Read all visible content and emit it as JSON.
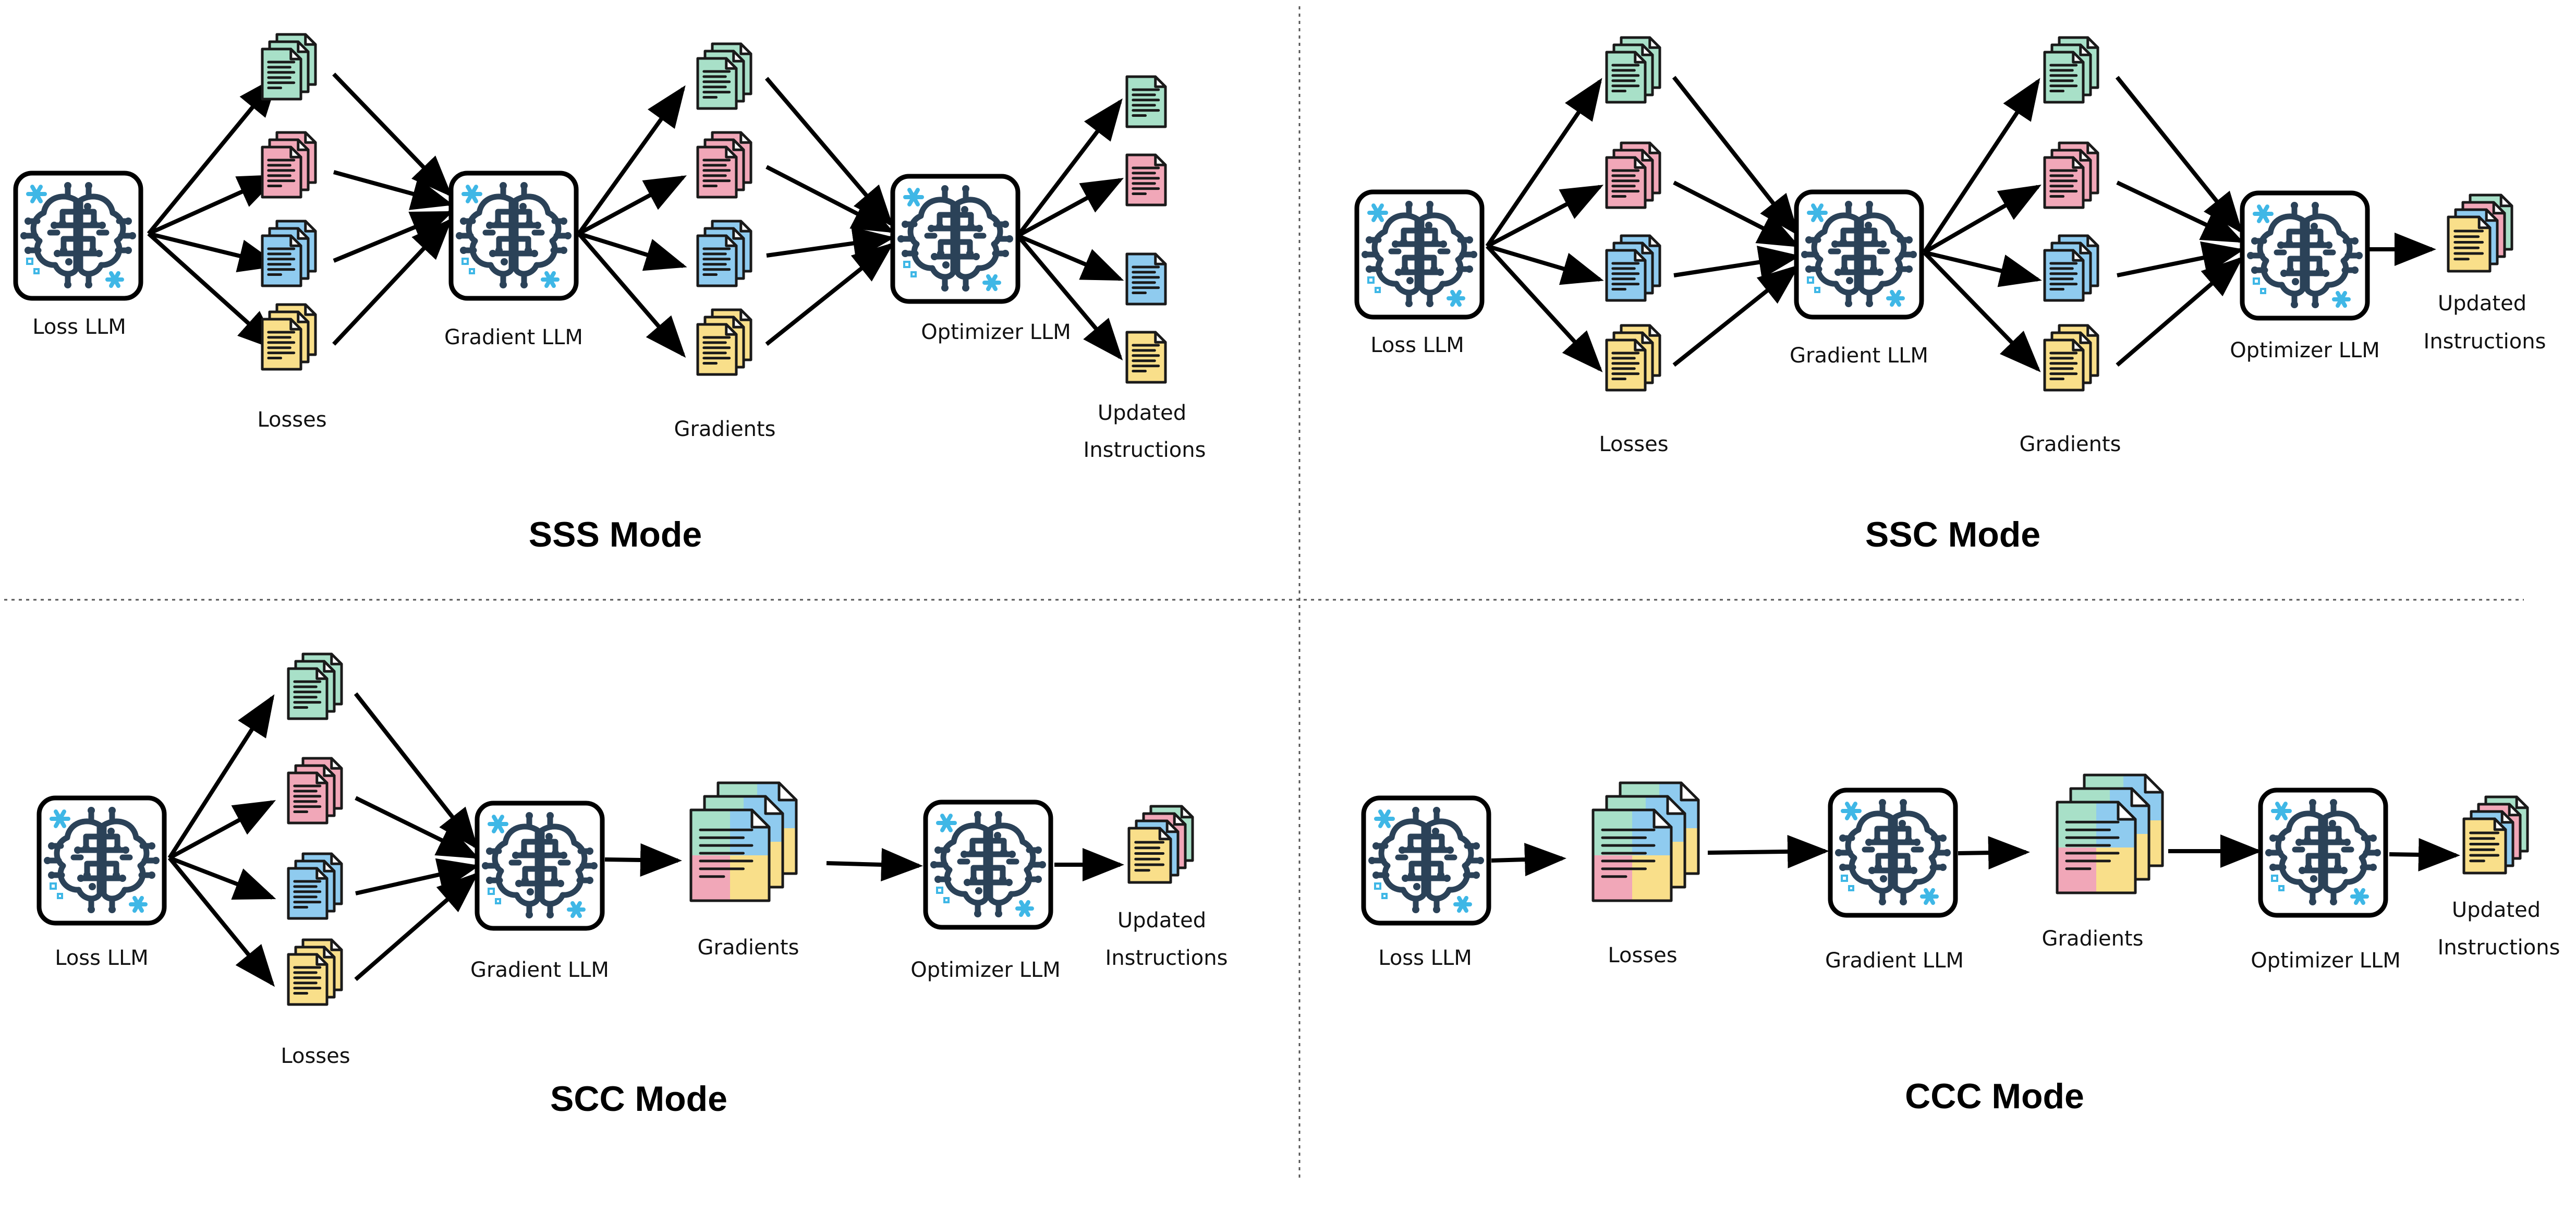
{
  "colors": {
    "green": "#a8e0c8",
    "pink": "#f1a7b8",
    "blue": "#8fcbef",
    "yellow": "#f9df8a",
    "brain": "#2b4258",
    "spark": "#3fb7e6",
    "edge": "#000000"
  },
  "icons": {
    "llm": "brain-circuit-icon",
    "doc": "document-stack-icon",
    "combined": "combined-document-stack-icon"
  },
  "panels": {
    "sss": {
      "title": "SSS Mode",
      "loss_llm": "Loss LLM",
      "losses": "Losses",
      "gradient_llm": "Gradient LLM",
      "gradients": "Gradients",
      "optimizer_llm": "Optimizer LLM",
      "updated_1": "Updated",
      "updated_2": "Instructions"
    },
    "ssc": {
      "title": "SSC Mode",
      "loss_llm": "Loss LLM",
      "losses": "Losses",
      "gradient_llm": "Gradient LLM",
      "gradients": "Gradients",
      "optimizer_llm": "Optimizer LLM",
      "updated_1": "Updated",
      "updated_2": "Instructions"
    },
    "scc": {
      "title": "SCC Mode",
      "loss_llm": "Loss LLM",
      "losses": "Losses",
      "gradient_llm": "Gradient LLM",
      "gradients": "Gradients",
      "optimizer_llm": "Optimizer LLM",
      "updated_1": "Updated",
      "updated_2": "Instructions"
    },
    "ccc": {
      "title": "CCC Mode",
      "loss_llm": "Loss LLM",
      "losses": "Losses",
      "gradient_llm": "Gradient LLM",
      "gradients": "Gradients",
      "optimizer_llm": "Optimizer LLM",
      "updated_1": "Updated",
      "updated_2": "Instructions"
    }
  }
}
